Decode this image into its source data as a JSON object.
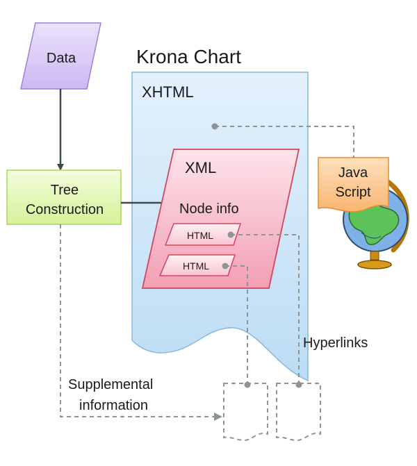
{
  "nodes": {
    "data": "Data",
    "krona_chart": "Krona Chart",
    "xhtml": "XHTML",
    "xml": "XML",
    "node_info": "Node info",
    "html_1": "HTML",
    "html_2": "HTML",
    "tree_line1": "Tree",
    "tree_line2": "Construction",
    "js_line1": "Java",
    "js_line2": "Script"
  },
  "labels": {
    "hyperlinks": "Hyperlinks",
    "supplemental_line1": "Supplemental",
    "supplemental_line2": "information"
  },
  "icons": {
    "globe": "globe-icon"
  },
  "colors": {
    "data_fill": "#d9c8f5",
    "data_stroke": "#9b7fd9",
    "xhtml_fill": "#cfe6f8",
    "xhtml_stroke": "#86b7dc",
    "xml_fill": "#f7b9c8",
    "xml_stroke": "#d0455f",
    "tree_fill": "#e4f7b8",
    "tree_stroke": "#a9d45a",
    "js_fill": "#fbc68c",
    "js_stroke": "#e58c2d",
    "connector": "#8c9496",
    "arrow": "#3d4a4d"
  }
}
